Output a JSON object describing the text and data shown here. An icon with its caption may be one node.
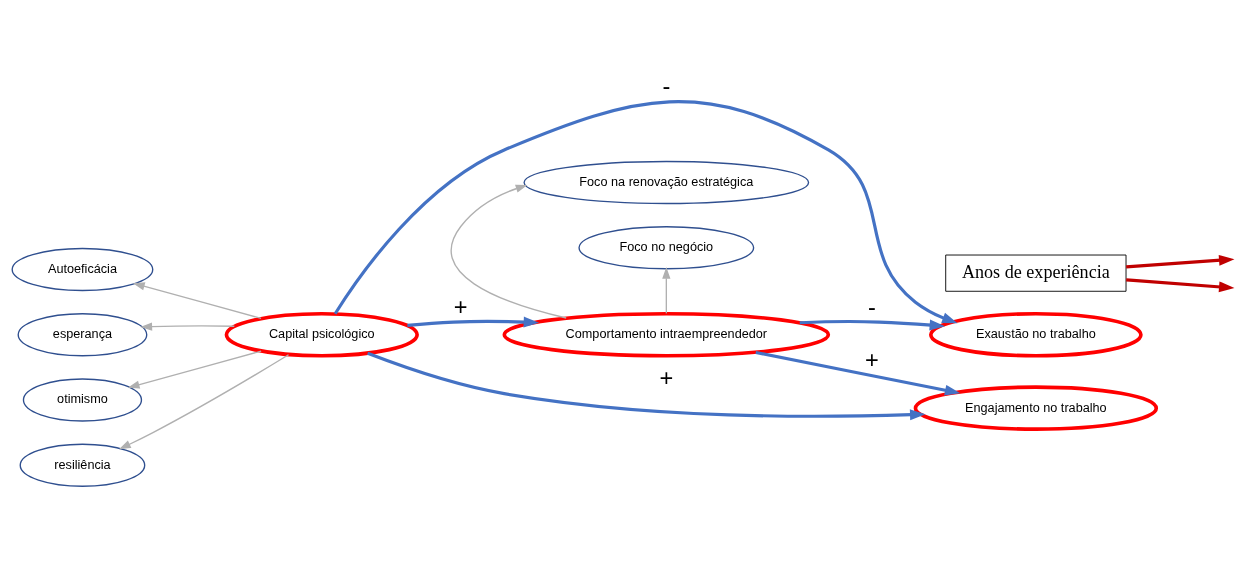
{
  "diagram": {
    "nodes": [
      {
        "text": [
          "Autoeficácia"
        ]
      },
      {
        "text": [
          "otimismo"
        ]
      },
      {
        "text": [
          "esperança"
        ]
      },
      {
        "text": [
          "resiliência"
        ]
      },
      {
        "text": [
          "Capital psicológico"
        ]
      },
      {
        "text": [
          "Foco no negócio"
        ]
      },
      {
        "text": [
          "Comportamento intraempreendedor"
        ]
      },
      {
        "text": [
          "Foco na renovação estratégica"
        ]
      },
      {
        "text": [
          "Engajamento no trabalho"
        ]
      },
      {
        "text": [
          "Exaustão no trabalho"
        ]
      },
      {
        "text": [
          "Anos de experiência"
        ]
      }
    ],
    "edges": [
      {
        "from": 4,
        "to": 0,
        "arrow": "to",
        "color": "#b0b0b0"
      },
      {
        "from": 4,
        "to": 1,
        "arrow": "to",
        "color": "#b0b0b0"
      },
      {
        "from": 4,
        "to": 2,
        "arrow": "to",
        "color": "#b0b0b0"
      },
      {
        "from": 4,
        "to": 3,
        "arrow": "to",
        "color": "#b0b0b0"
      },
      {
        "from": 6,
        "to": 5,
        "arrow": "to",
        "color": "#b0b0b0"
      },
      {
        "from": 6,
        "to": 7,
        "arrow": "to",
        "color": "#b0b0b0"
      },
      {
        "from": 4,
        "to": 8,
        "arrow": "to",
        "label": "+",
        "color": "#4472c4"
      },
      {
        "from": 4,
        "to": 6,
        "arrow": "to",
        "label": "+",
        "color": "#4472c4"
      },
      {
        "from": 4,
        "to": 9,
        "arrow": "to",
        "label": "-",
        "color": "#4472c4"
      },
      {
        "from": 6,
        "to": 8,
        "arrow": "to",
        "label": "+",
        "color": "#4472c4"
      },
      {
        "from": 6,
        "to": 9,
        "arrow": "to",
        "label": "-",
        "color": "#4472c4"
      },
      {
        "from": 10,
        "to": null,
        "arrow": "to",
        "color": "#c00000"
      },
      {
        "from": 10,
        "to": null,
        "arrow": "to",
        "color": "#c00000"
      }
    ]
  }
}
